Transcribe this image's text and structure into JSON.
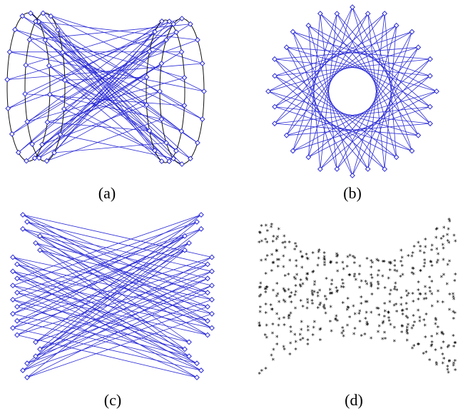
{
  "figure": {
    "panels": [
      {
        "id": "a",
        "caption": "(a)",
        "description_kind": "3d-hyperboloid-graph"
      },
      {
        "id": "b",
        "caption": "(b)",
        "description_kind": "circular-projection-graph"
      },
      {
        "id": "c",
        "caption": "(c)",
        "description_kind": "side-projection-graph"
      },
      {
        "id": "d",
        "caption": "(d)",
        "description_kind": "point-cloud"
      }
    ],
    "colors": {
      "edge": "#2a2ad6",
      "node": "#2a2ad6",
      "rim": "#111111",
      "point": "#000000"
    }
  }
}
